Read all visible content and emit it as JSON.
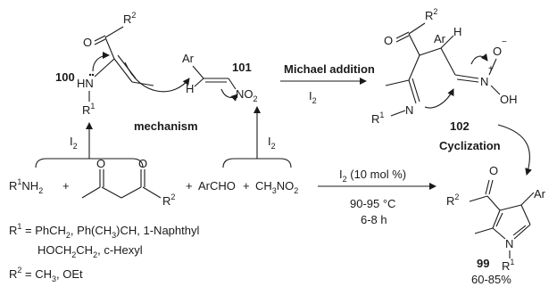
{
  "intermediates": {
    "enaminone": {
      "number": "100",
      "r2": "R2",
      "nh": "HN",
      "r1": "R1",
      "o": "O"
    },
    "nitroalkene": {
      "number": "101",
      "ar": "Ar",
      "h": "H",
      "no2": "NO2"
    },
    "adduct": {
      "number": "102",
      "r2": "R2",
      "o": "O",
      "ar": "Ar",
      "h": "H",
      "r1": "R1",
      "n": "N",
      "nplus": "N",
      "o_minus": "O",
      "oh": "OH"
    }
  },
  "labels": {
    "mechanism": "mechanism",
    "michael_addition": "Michael addition",
    "cyclization": "Cyclization",
    "iodine": "I2"
  },
  "reaction": {
    "amine": "R1NH2",
    "plus": "+",
    "dicarbonyl_o1": "O",
    "dicarbonyl_o2": "O",
    "dicarbonyl_r2": "R2",
    "aldehyde": "ArCHO",
    "nitromethane": "CH3NO2",
    "catalyst": "I2 (10 mol %)",
    "temperature": "90-95 °C",
    "time": "6-8 h"
  },
  "product": {
    "number": "99",
    "yield": "60-85%",
    "r2": "R2",
    "o": "O",
    "ar": "Ar",
    "n": "N",
    "r1": "R1"
  },
  "substituents": {
    "r1_line1": "R1 = PhCH2, Ph(CH3)CH, 1-Naphthyl",
    "r1_line2": "HOCH2CH2, c-Hexyl",
    "r2_line": "R2 = CH3, OEt"
  }
}
